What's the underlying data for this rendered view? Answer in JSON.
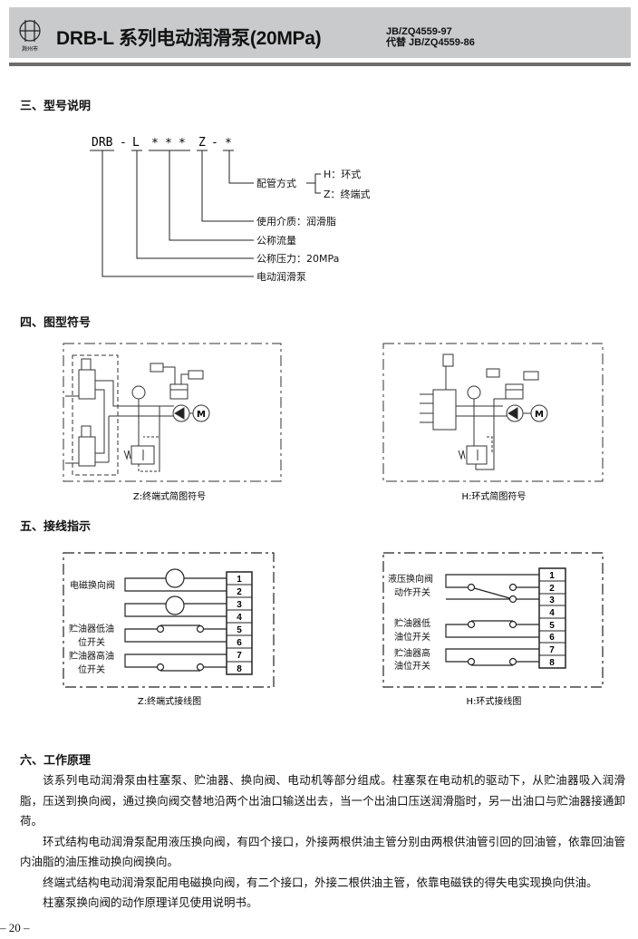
{
  "header": {
    "logo_text": "滁州市",
    "title": "DRB-L 系列电动润滑泵(20MPa)",
    "standard": "JB/ZQ4559-97",
    "replaces": "代替 JB/ZQ4559-86"
  },
  "section3": {
    "heading": "三、型号说明",
    "code": [
      "DRB",
      "-",
      "L",
      "*",
      "*",
      "*",
      "Z",
      "-",
      "*"
    ],
    "pipe_mode": "配管方式",
    "pipe_options": [
      "H：环式",
      "Z：终端式"
    ],
    "medium": "使用介质：润滑脂",
    "flow": "公称流量",
    "pressure": "公称压力：20MPa",
    "pump": "电动润滑泵"
  },
  "section4": {
    "heading": "四、图型符号",
    "left_caption": "Z:终端式简图符号",
    "right_caption": "H:环式简图符号",
    "motor_label": "M"
  },
  "section5": {
    "heading": "五、接线指示",
    "left": {
      "caption": "Z:终端式接线图",
      "labels": [
        "电磁换向阀",
        "贮油器低油",
        "位开关",
        "贮油器高油",
        "位开关"
      ],
      "terminals": [
        "1",
        "2",
        "3",
        "4",
        "5",
        "6",
        "7",
        "8"
      ]
    },
    "right": {
      "caption": "H:环式接线图",
      "labels": [
        "液压换向阀",
        "动作开关",
        "贮油器低",
        "油位开关",
        "贮油器高",
        "油位开关"
      ],
      "terminals": [
        "1",
        "2",
        "3",
        "4",
        "5",
        "6",
        "7",
        "8"
      ]
    }
  },
  "section6": {
    "heading": "六、工作原理",
    "paragraphs": [
      "该系列电动润滑泵由柱塞泵、贮油器、换向阀、电动机等部分组成。柱塞泵在电动机的驱动下，从贮油器吸入润滑脂，压送到换向阀，通过换向阀交替地沿两个出油口输送出去，当一个出油口压送润滑脂时，另一出油口与贮油器接通卸荷。",
      "环式结构电动润滑泵配用液压换向阀，有四个接口，外接两根供油主管分别由两根供油管引回的回油管，依靠回油管内油脂的油压推动换向阀换向。",
      "终端式结构电动润滑泵配用电磁换向阀，有二个接口，外接二根供油主管，依靠电磁铁的得失电实现换向供油。",
      "柱塞泵换向阀的动作原理详见使用说明书。"
    ]
  },
  "footer": {
    "page_number": "– 20 –"
  }
}
